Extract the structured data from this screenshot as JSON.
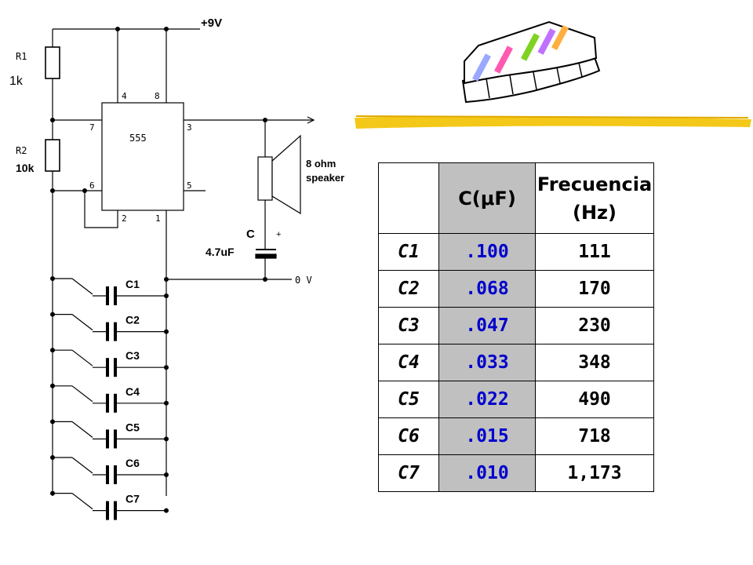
{
  "schematic": {
    "supply_label": "+9V",
    "ground_label": "0 V",
    "r1": {
      "name": "R1",
      "value": "1k"
    },
    "r2": {
      "name": "R2",
      "value": "10k"
    },
    "ic_label": "555",
    "pins": {
      "p4": "4",
      "p8": "8",
      "p7": "7",
      "p3": "3",
      "p6": "6",
      "p5": "5",
      "p2": "2",
      "p1": "1"
    },
    "speaker": {
      "line1": "8 ohm",
      "line2": "speaker"
    },
    "coupling_cap": {
      "name": "C",
      "value": "4.7uF",
      "polarity": "+"
    },
    "switched_caps": [
      "C1",
      "C2",
      "C3",
      "C4",
      "C5",
      "C6",
      "C7"
    ]
  },
  "table": {
    "headers": [
      "",
      "C(μF)",
      "Frecuencia (Hz)"
    ],
    "rows": [
      {
        "label": "C1",
        "capacitance": ".100",
        "frequency": "111"
      },
      {
        "label": "C2",
        "capacitance": ".068",
        "frequency": "170"
      },
      {
        "label": "C3",
        "capacitance": ".047",
        "frequency": "230"
      },
      {
        "label": "C4",
        "capacitance": ".033",
        "frequency": "348"
      },
      {
        "label": "C5",
        "capacitance": ".022",
        "frequency": "490"
      },
      {
        "label": "C6",
        "capacitance": ".015",
        "frequency": "718"
      },
      {
        "label": "C7",
        "capacitance": ".010",
        "frequency": "1,173"
      }
    ]
  },
  "colors": {
    "capacitance_text": "#0000cc",
    "header_highlight": "#c0c0c0",
    "title_bar": "#f2c200",
    "piano_keys": [
      "#9aa8ff",
      "#ff5ab0",
      "#7ed321",
      "#c070ff",
      "#ffb040"
    ]
  }
}
